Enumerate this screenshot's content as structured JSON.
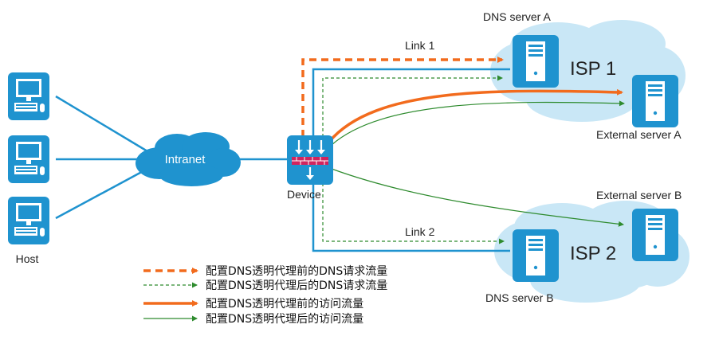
{
  "labels": {
    "intranet": "Intranet",
    "device": "Device",
    "host": "Host",
    "link1": "Link 1",
    "link2": "Link 2",
    "isp1": "ISP 1",
    "isp2": "ISP 2",
    "dns_a": "DNS server A",
    "dns_b": "DNS server B",
    "ext_a": "External  server A",
    "ext_b": "External  server B"
  },
  "legend": [
    {
      "text": "配置DNS透明代理前的DNS请求流量",
      "style": "dashed-thick",
      "color": "#f26b1d"
    },
    {
      "text": "配置DNS透明代理后的DNS请求流量",
      "style": "dashed-thin",
      "color": "#2e8b2e"
    },
    {
      "text": "配置DNS透明代理前的访问流量",
      "style": "solid-thick",
      "color": "#f26b1d"
    },
    {
      "text": "配置DNS透明代理后的访问流量",
      "style": "solid-thin",
      "color": "#2e8b2e"
    }
  ],
  "colors": {
    "link_blue": "#1f93cf",
    "cloud": "#c9e7f6",
    "intranet_cloud": "#1f93cf",
    "icon_bg": "#1f93cf",
    "before_orange": "#f26b1d",
    "after_green": "#2e8b2e"
  }
}
